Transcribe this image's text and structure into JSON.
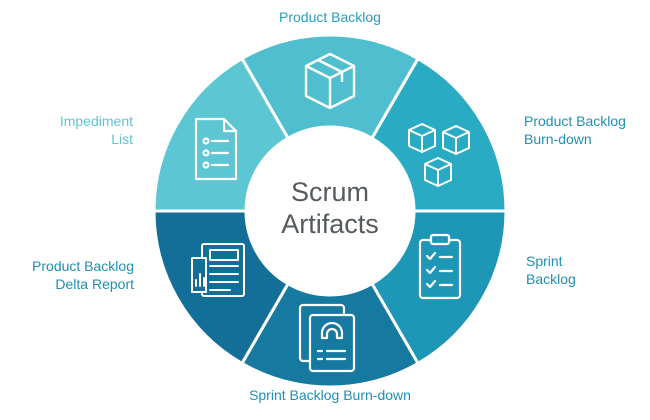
{
  "center": {
    "line1": "Scrum",
    "line2": "Artifacts"
  },
  "segments": [
    {
      "id": "product-backlog",
      "lines": [
        "Product Backlog"
      ],
      "icon": "box-icon",
      "color": "#4fbfcf"
    },
    {
      "id": "product-backlog-burn-down",
      "lines": [
        "Product Backlog",
        "Burn-down"
      ],
      "icon": "boxes-icon",
      "color": "#2aabc4"
    },
    {
      "id": "sprint-backlog",
      "lines": [
        "Sprint",
        "Backlog"
      ],
      "icon": "clipboard-checklist-icon",
      "color": "#1e96b5"
    },
    {
      "id": "sprint-backlog-burn-down",
      "lines": [
        "Sprint Backlog Burn-down"
      ],
      "icon": "id-card-icon",
      "color": "#1679a0"
    },
    {
      "id": "product-backlog-delta-report",
      "lines": [
        "Product Backlog",
        "Delta Report"
      ],
      "icon": "report-chart-icon",
      "color": "#146f98"
    },
    {
      "id": "impediment-list",
      "lines": [
        "Impediment",
        "List"
      ],
      "icon": "document-list-icon",
      "color": "#5cc7d2"
    }
  ],
  "colors": {
    "label_dark": "#1f8fb4",
    "label_light": "#62c3d1",
    "center_text": "#555a5e"
  }
}
